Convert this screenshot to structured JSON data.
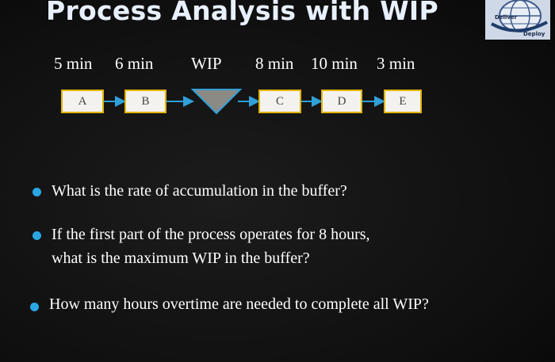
{
  "slide": {
    "title": "Process Analysis with WIP",
    "logo": {
      "text_top": "Deliver",
      "text_bottom": "Deploy"
    },
    "times": [
      "5 min",
      "6 min",
      "WIP",
      "8 min",
      "10 min",
      "3 min"
    ],
    "steps": [
      "A",
      "B",
      "C",
      "D",
      "E"
    ],
    "questions": [
      {
        "line1": "What is the rate of accumulation in the buffer?",
        "line2": ""
      },
      {
        "line1": "If the first part of the process operates for 8 hours,",
        "line2": "what is the maximum WIP in the buffer?"
      },
      {
        "line1": "How many hours overtime are needed to complete all WIP?",
        "line2": ""
      }
    ],
    "colors": {
      "accent_bullet": "#2aa7e3",
      "box_border": "#e0b400",
      "arrow": "#2fa0d8",
      "wip_triangle": "#8c8a84"
    }
  }
}
